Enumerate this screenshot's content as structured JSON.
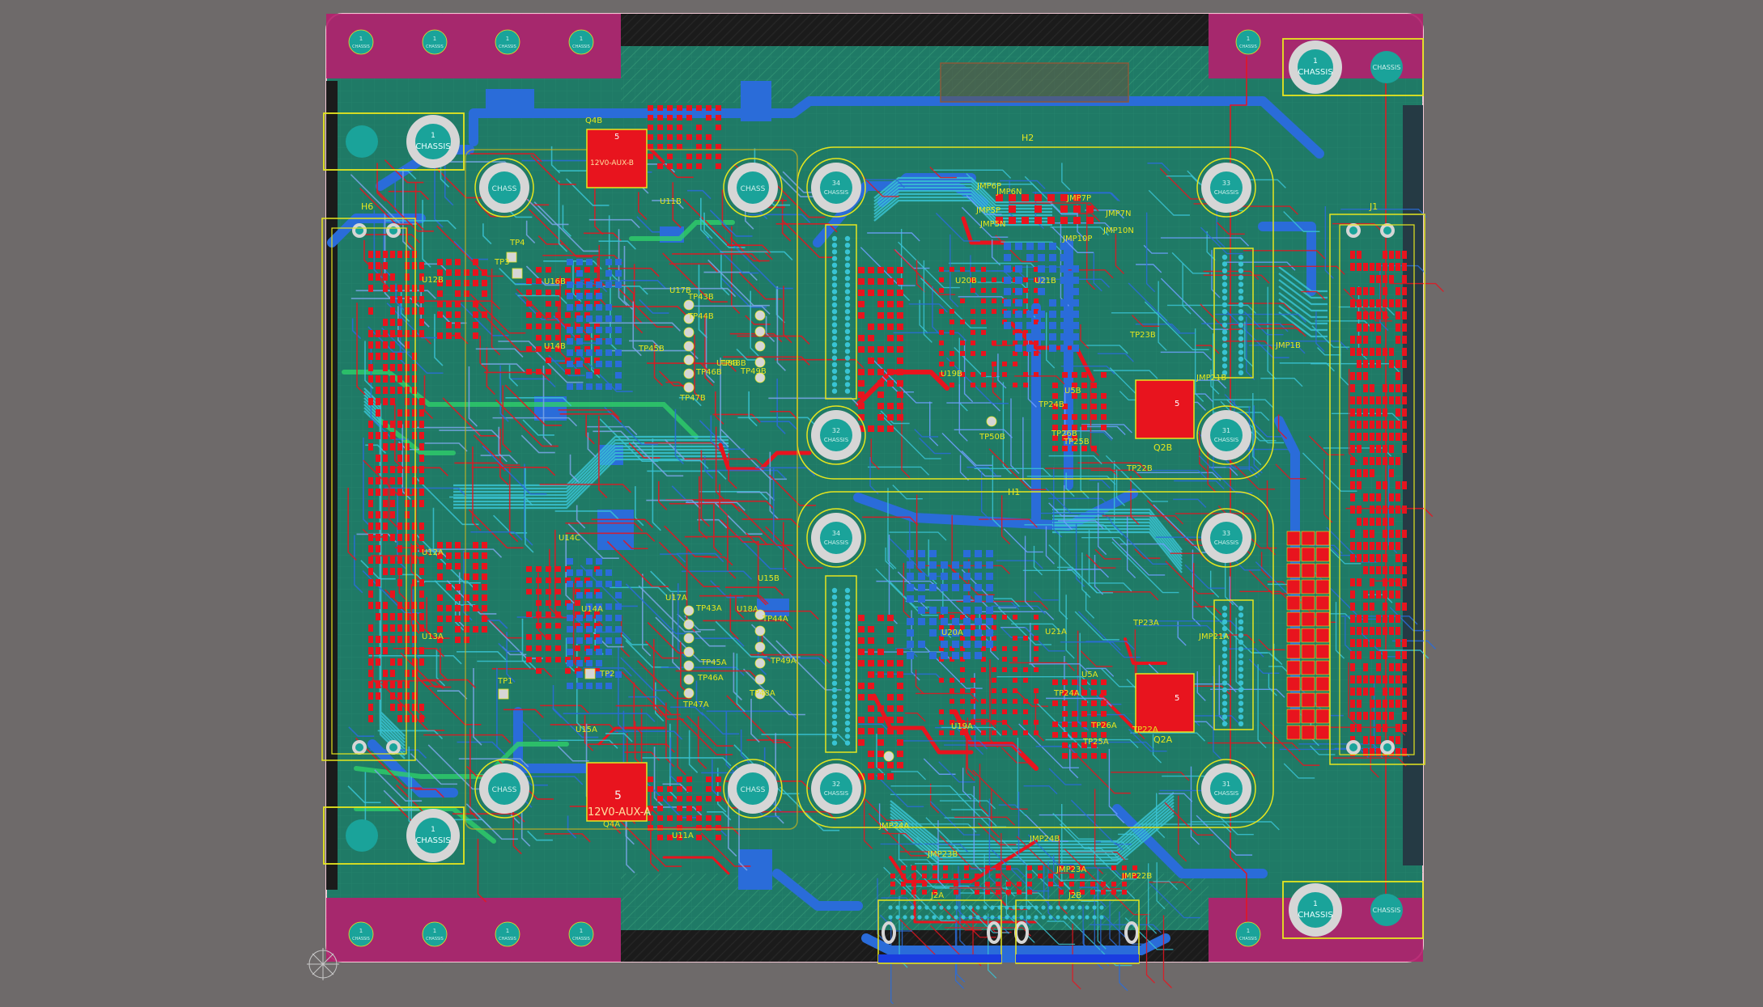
{
  "canvas": {
    "background": "#6e6a6a"
  },
  "colors": {
    "board": "#1f7a66",
    "board_dark": "#16644f",
    "top_copper": "#e8141e",
    "bottom_copper": "#2a6cd9",
    "silk": "#e6e61e",
    "keepout": "#b51f6e",
    "mask_pad": "#1aa39a",
    "plane_green": "#2fcf6a",
    "cyan_trace": "#39c3d3",
    "outline": "#f0c8d4"
  },
  "corner_pads": {
    "label": "CHASSIS",
    "pin": "1"
  },
  "mounting_holes": [
    {
      "num": "34",
      "label": "CHASSIS"
    },
    {
      "num": "33",
      "label": "CHASSIS"
    },
    {
      "num": "32",
      "label": "CHASSIS"
    },
    {
      "num": "31",
      "label": "CHASSIS"
    },
    {
      "num": "34",
      "label": "CHASSIS"
    },
    {
      "num": "33",
      "label": "CHASSIS"
    },
    {
      "num": "32",
      "label": "CHASSIS"
    },
    {
      "num": "31",
      "label": "CHASSIS"
    }
  ],
  "misc_holes": {
    "label": "CHASS"
  },
  "edge_pads": {
    "label": "CHASSIS",
    "pin": "1"
  },
  "power_pads": {
    "top": "12V0-AUX-B",
    "bottom": "12V0-AUX-A",
    "pin": "5"
  },
  "mosfets": {
    "top": "Q2B",
    "bottom": "Q2A",
    "pin": "5"
  },
  "connectors": {
    "left": "H6",
    "right": "J1",
    "center_top": "H2",
    "center_bottom": "H1",
    "bottom_left": "J2A",
    "bottom_right": "J2B"
  },
  "designators": {
    "q4b": "Q4B",
    "q4a": "Q4A",
    "u11b": "U11B",
    "u11a": "U11A",
    "u12b": "U12B",
    "u12a": "U12A",
    "u13a": "U13A",
    "u14b": "U14B",
    "u14c": "U14C",
    "u14a": "U14A",
    "u15a": "U15A",
    "u15b": "U15B",
    "u16b": "U16B",
    "u17b": "U17B",
    "u17a": "U17A",
    "u18b": "U18B",
    "u18a": "U18A",
    "u19b": "U19B",
    "u19a": "U19A",
    "u20b": "U20B",
    "u20a": "U20A",
    "u21b": "U21B",
    "u21a": "U21A",
    "u5b": "U5B",
    "u5a": "U5A",
    "tp1": "TP1",
    "tp2": "TP2",
    "tp3": "TP3",
    "tp4": "TP4",
    "tp43b": "TP43B",
    "tp44b": "TP44B",
    "tp45b": "TP45B",
    "tp46b": "TP46B",
    "tp47b": "TP47B",
    "tp48b": "TP48B",
    "tp49b": "TP49B",
    "tp43a": "TP43A",
    "tp44a": "TP44A",
    "tp45a": "TP45A",
    "tp46a": "TP46A",
    "tp47a": "TP47A",
    "tp48a": "TP48A",
    "tp49a": "TP49A",
    "tp22b": "TP22B",
    "tp22a": "TP22A",
    "tp23b": "TP23B",
    "tp23a": "TP23A",
    "tp24b": "TP24B",
    "tp24a": "TP24A",
    "tp25b": "TP25B",
    "tp25a": "TP25A",
    "tp26b": "TP26B",
    "tp26a": "TP26A",
    "tp50b": "TP50B",
    "jmp5p": "JMP5P",
    "jmp5n": "JMP5N",
    "jmp6p": "JMP6P",
    "jmp6n": "JMP6N",
    "jmp7p": "JMP7P",
    "jmp7n": "JMP7N",
    "jmp10p": "JMP10P",
    "jmp10n": "JMP10N",
    "jmp21b": "JMP21B",
    "jmp1b": "JMP1B",
    "jmp21a": "JMP21A",
    "jmp24a": "JMP24A",
    "jmp24b": "JMP24B",
    "jmp23b": "JMP23B",
    "jmp22b": "JMP22B",
    "jmp23a": "JMP23A"
  },
  "origin_marker": "origin-crosshair"
}
